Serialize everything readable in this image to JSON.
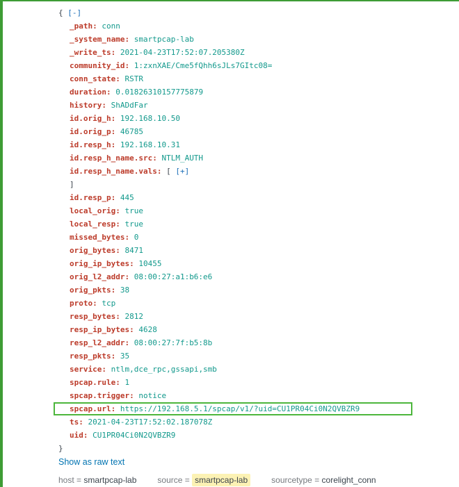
{
  "colors": {
    "event_border_green": "#3e9c35",
    "url_highlight_green": "#4cb63c",
    "json_key": "#bc3b2a",
    "json_value": "#12998c",
    "toggle_link_blue": "#1a6eb8",
    "raw_link_blue": "#0073b1",
    "field_highlight_yellow": "#fcf2b4"
  },
  "json_tree": {
    "rows": [
      {
        "type": "open",
        "text": "{",
        "toggle": "[-]"
      },
      {
        "type": "kv",
        "key": "_path",
        "value": "conn"
      },
      {
        "type": "kv",
        "key": "_system_name",
        "value": "smartpcap-lab"
      },
      {
        "type": "kv",
        "key": "_write_ts",
        "value": "2021-04-23T17:52:07.205380Z"
      },
      {
        "type": "kv",
        "key": "community_id",
        "value": "1:zxnXAE/Cme5fQhh6sJLs7GItc08="
      },
      {
        "type": "kv",
        "key": "conn_state",
        "value": "RSTR"
      },
      {
        "type": "kv",
        "key": "duration",
        "value": "0.01826310157775879"
      },
      {
        "type": "kv",
        "key": "history",
        "value": "ShADdFar"
      },
      {
        "type": "kv",
        "key": "id.orig_h",
        "value": "192.168.10.50"
      },
      {
        "type": "kv",
        "key": "id.orig_p",
        "value": "46785"
      },
      {
        "type": "kv",
        "key": "id.resp_h",
        "value": "192.168.10.31"
      },
      {
        "type": "kv",
        "key": "id.resp_h_name.src",
        "value": "NTLM_AUTH"
      },
      {
        "type": "kv-array",
        "key": "id.resp_h_name.vals",
        "bracket": "[",
        "toggle": "[+]"
      },
      {
        "type": "plain",
        "text": "]"
      },
      {
        "type": "kv",
        "key": "id.resp_p",
        "value": "445"
      },
      {
        "type": "kv",
        "key": "local_orig",
        "value": "true"
      },
      {
        "type": "kv",
        "key": "local_resp",
        "value": "true"
      },
      {
        "type": "kv",
        "key": "missed_bytes",
        "value": "0"
      },
      {
        "type": "kv",
        "key": "orig_bytes",
        "value": "8471"
      },
      {
        "type": "kv",
        "key": "orig_ip_bytes",
        "value": "10455"
      },
      {
        "type": "kv",
        "key": "orig_l2_addr",
        "value": "08:00:27:a1:b6:e6"
      },
      {
        "type": "kv",
        "key": "orig_pkts",
        "value": "38"
      },
      {
        "type": "kv",
        "key": "proto",
        "value": "tcp"
      },
      {
        "type": "kv",
        "key": "resp_bytes",
        "value": "2812"
      },
      {
        "type": "kv",
        "key": "resp_ip_bytes",
        "value": "4628"
      },
      {
        "type": "kv",
        "key": "resp_l2_addr",
        "value": "08:00:27:7f:b5:8b"
      },
      {
        "type": "kv",
        "key": "resp_pkts",
        "value": "35"
      },
      {
        "type": "kv",
        "key": "service",
        "value": "ntlm,dce_rpc,gssapi,smb"
      },
      {
        "type": "kv",
        "key": "spcap.rule",
        "value": "1"
      },
      {
        "type": "kv",
        "key": "spcap.trigger",
        "value": "notice"
      },
      {
        "type": "kv",
        "key": "spcap.url",
        "value": "https://192.168.5.1/spcap/v1/?uid=CU1PR04Ci0N2QVBZR9",
        "highlighted": true
      },
      {
        "type": "kv",
        "key": "ts",
        "value": "2021-04-23T17:52:02.187078Z"
      },
      {
        "type": "kv",
        "key": "uid",
        "value": "CU1PR04Ci0N2QVBZR9"
      },
      {
        "type": "close",
        "text": "}"
      }
    ]
  },
  "actions": {
    "show_raw_label": "Show as raw text"
  },
  "fields": [
    {
      "label": "host",
      "eq": " = ",
      "value": "smartpcap-lab",
      "highlighted": false
    },
    {
      "label": "source",
      "eq": " = ",
      "value": "smartpcap-lab",
      "highlighted": true
    },
    {
      "label": "sourcetype",
      "eq": " = ",
      "value": "corelight_conn",
      "highlighted": false
    }
  ]
}
